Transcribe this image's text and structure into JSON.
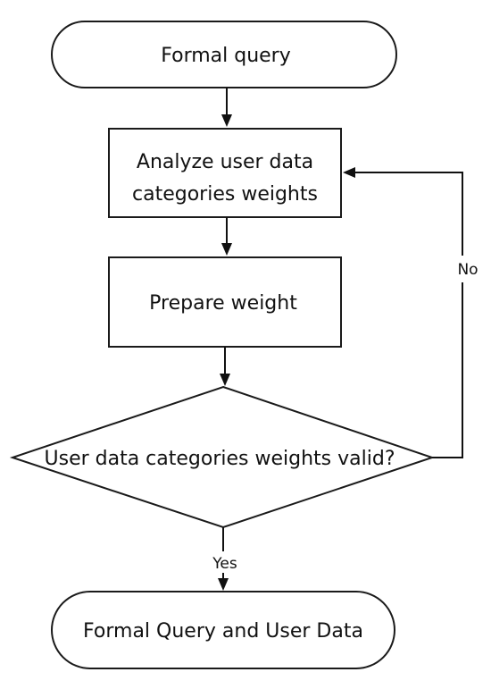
{
  "nodes": {
    "start": {
      "label": "Formal query"
    },
    "analyze": {
      "line1": "Analyze user data",
      "line2": "categories weights"
    },
    "prepare": {
      "label": "Prepare weight"
    },
    "decision": {
      "label": "User data categories weights valid?"
    },
    "end": {
      "label": "Formal Query and User Data"
    }
  },
  "edges": {
    "no_label": "No",
    "yes_label": "Yes"
  }
}
